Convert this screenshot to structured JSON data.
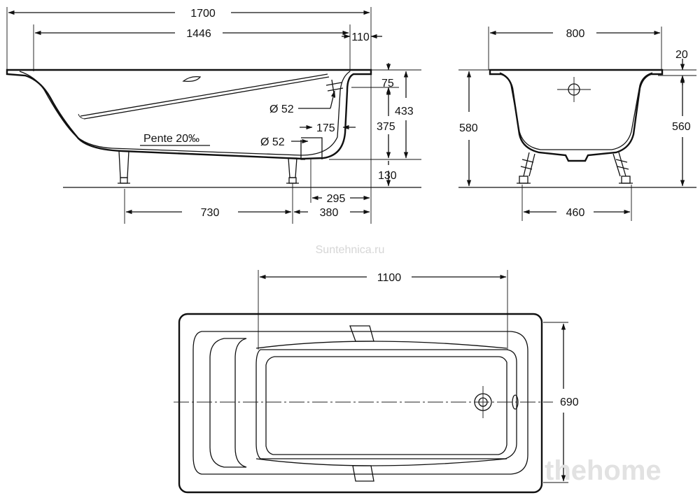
{
  "side_view": {
    "length_total": "1700",
    "length_inner": "1446",
    "rim_right": "110",
    "rim_height": "75",
    "drain_height": "433",
    "overflow_height": "375",
    "overflow_diameter": "Ø 52",
    "drain_diameter": "Ø 52",
    "drain_offset": "175",
    "foot_height": "130",
    "slope": "Pente 20‰",
    "foot_spacing": "730",
    "foot_to_end": "380",
    "drain_to_end": "295"
  },
  "end_view": {
    "width": "800",
    "rim": "20",
    "total_height": "580",
    "inner_height": "560",
    "foot_spacing": "460"
  },
  "top_view": {
    "inner_length": "1100",
    "width": "690"
  },
  "watermarks": {
    "site": "Suntehnica.ru",
    "brand": "thehome"
  }
}
